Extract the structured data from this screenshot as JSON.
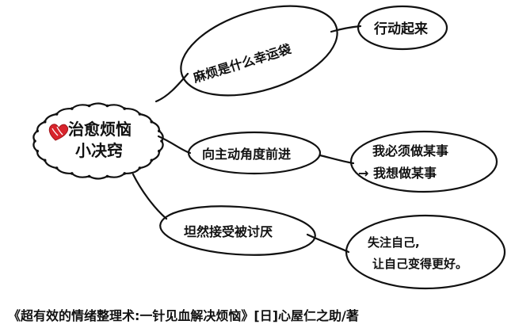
{
  "central": {
    "lines": [
      "治愈烦恼",
      "小决窍"
    ],
    "heart_color": "#d8242c"
  },
  "branches": [
    {
      "label": "麻烦是什么幸运袋",
      "child": {
        "lines": [
          "行动起来"
        ]
      }
    },
    {
      "label": "向主动角度前进",
      "child": {
        "lines": [
          "我必须做某事",
          "→ 我想做某事"
        ]
      }
    },
    {
      "label": "坦然接受被讨厌",
      "child": {
        "lines": [
          "失注自己,",
          "让自己变得更好。"
        ]
      }
    }
  ],
  "footer": {
    "book": "《超有效的情绪整理术:一针见血解决烦恼》[日]心屋仁之助/著"
  },
  "colors": {
    "ink": "#111111",
    "heart": "#d8242c",
    "background": "#ffffff"
  }
}
